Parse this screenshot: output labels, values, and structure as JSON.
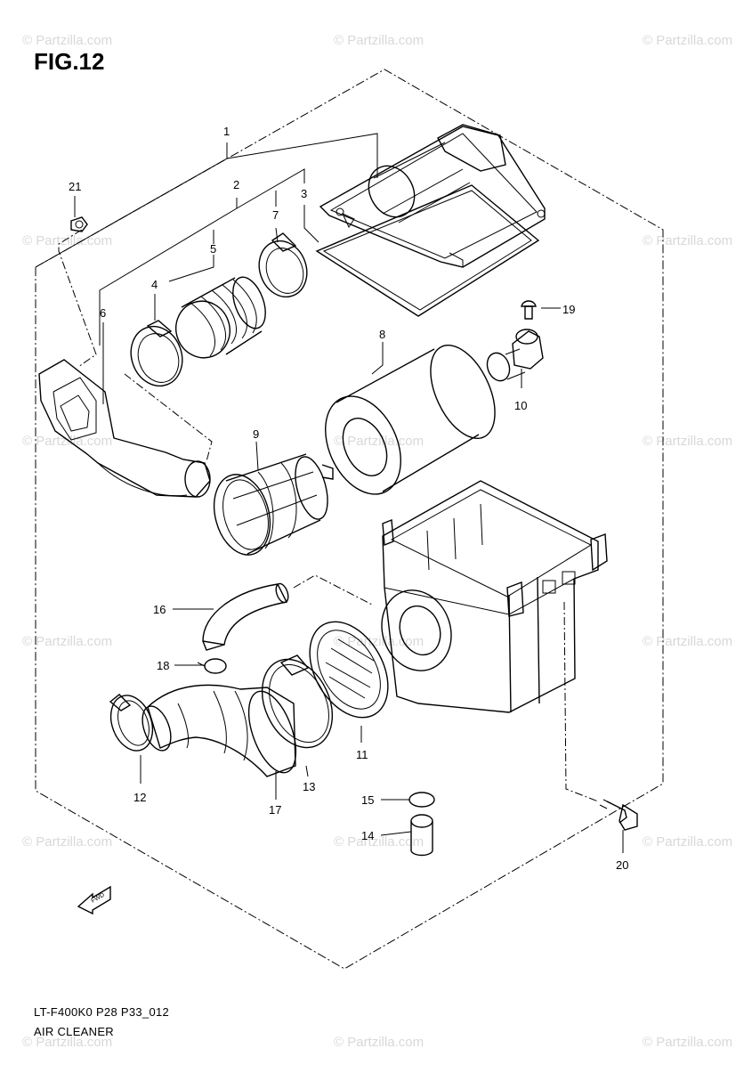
{
  "figure": {
    "title": "FIG.12",
    "code": "LT-F400K0 P28 P33_012",
    "name": "AIR CLEANER"
  },
  "watermark": {
    "text": "© Partzilla.com"
  },
  "direction_marker": {
    "label": "FWD",
    "icon": "forward-arrow-icon"
  },
  "callouts": [
    {
      "id": "1",
      "part": "air-cleaner-assembly"
    },
    {
      "id": "2",
      "part": "air-cleaner-lid-assembly"
    },
    {
      "id": "3",
      "part": "lid-seal"
    },
    {
      "id": "4",
      "part": "outlet-hose-clamp"
    },
    {
      "id": "5",
      "part": "outlet-hose"
    },
    {
      "id": "6",
      "part": "intake-duct"
    },
    {
      "id": "7",
      "part": "outlet-hose-clamp-upper"
    },
    {
      "id": "8",
      "part": "air-filter-element"
    },
    {
      "id": "9",
      "part": "filter-cage"
    },
    {
      "id": "10",
      "part": "drain-cap"
    },
    {
      "id": "11",
      "part": "screen-element"
    },
    {
      "id": "12",
      "part": "hose-clamp-front"
    },
    {
      "id": "13",
      "part": "hose-clamp-rear"
    },
    {
      "id": "14",
      "part": "drain-tube"
    },
    {
      "id": "15",
      "part": "drain-clip"
    },
    {
      "id": "16",
      "part": "breather-hose"
    },
    {
      "id": "17",
      "part": "intake-pipe"
    },
    {
      "id": "18",
      "part": "hose-clip"
    },
    {
      "id": "19",
      "part": "screw"
    },
    {
      "id": "20",
      "part": "bolt"
    },
    {
      "id": "21",
      "part": "nut"
    }
  ]
}
